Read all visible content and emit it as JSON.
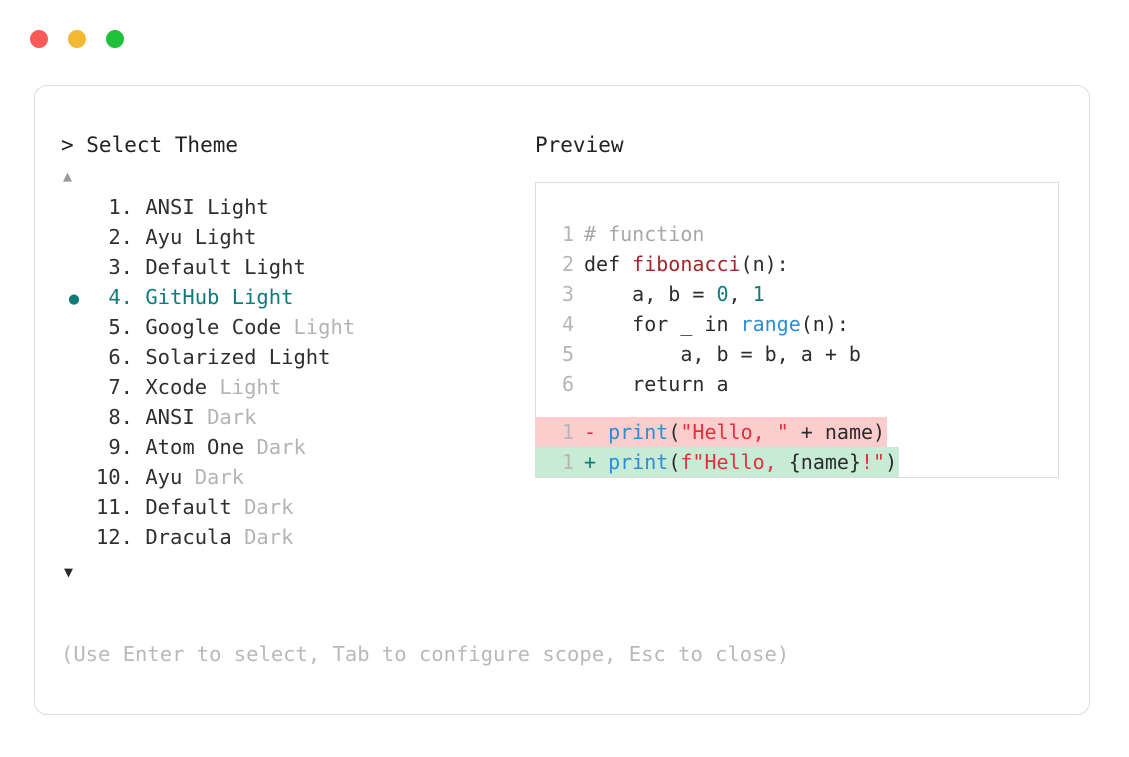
{
  "window": {
    "dots": [
      {
        "name": "close-dot",
        "color": "#f75b57"
      },
      {
        "name": "minimize-dot",
        "color": "#f4b731"
      },
      {
        "name": "maximize-dot",
        "color": "#20c13a"
      }
    ]
  },
  "picker": {
    "header": "> Select Theme",
    "scroll_up_icon": "▲",
    "scroll_down_icon": "▼",
    "selected_index": 4,
    "selected_bullet": "●",
    "accent_color": "#0f7b7b",
    "items": [
      {
        "index": "1.",
        "name": "ANSI",
        "variant": "Light",
        "variant_muted": false,
        "selected": false
      },
      {
        "index": "2.",
        "name": "Ayu",
        "variant": "Light",
        "variant_muted": false,
        "selected": false
      },
      {
        "index": "3.",
        "name": "Default",
        "variant": "Light",
        "variant_muted": false,
        "selected": false
      },
      {
        "index": "4.",
        "name": "GitHub",
        "variant": "Light",
        "variant_muted": false,
        "selected": true
      },
      {
        "index": "5.",
        "name": "Google Code",
        "variant": "Light",
        "variant_muted": true,
        "selected": false
      },
      {
        "index": "6.",
        "name": "Solarized",
        "variant": "Light",
        "variant_muted": false,
        "selected": false
      },
      {
        "index": "7.",
        "name": "Xcode",
        "variant": "Light",
        "variant_muted": true,
        "selected": false
      },
      {
        "index": "8.",
        "name": "ANSI",
        "variant": "Dark",
        "variant_muted": true,
        "selected": false
      },
      {
        "index": "9.",
        "name": "Atom One",
        "variant": "Dark",
        "variant_muted": true,
        "selected": false
      },
      {
        "index": "10.",
        "name": "Ayu",
        "variant": "Dark",
        "variant_muted": true,
        "selected": false
      },
      {
        "index": "11.",
        "name": "Default",
        "variant": "Dark",
        "variant_muted": true,
        "selected": false
      },
      {
        "index": "12.",
        "name": "Dracula",
        "variant": "Dark",
        "variant_muted": true,
        "selected": false
      }
    ],
    "footer_hint": "(Use Enter to select, Tab to configure scope, Esc to close)"
  },
  "preview": {
    "header": "Preview",
    "code_lines": [
      {
        "gutter": "1",
        "tokens": [
          {
            "text": "# function",
            "cls": "tok-comment"
          }
        ]
      },
      {
        "gutter": "2",
        "tokens": [
          {
            "text": "def ",
            "cls": "tok-plain"
          },
          {
            "text": "fibonacci",
            "cls": "tok-fn"
          },
          {
            "text": "(n):",
            "cls": "tok-plain"
          }
        ]
      },
      {
        "gutter": "3",
        "tokens": [
          {
            "text": "    a, b = ",
            "cls": "tok-plain"
          },
          {
            "text": "0",
            "cls": "tok-num"
          },
          {
            "text": ", ",
            "cls": "tok-plain"
          },
          {
            "text": "1",
            "cls": "tok-num"
          }
        ]
      },
      {
        "gutter": "4",
        "tokens": [
          {
            "text": "    for _ in ",
            "cls": "tok-plain"
          },
          {
            "text": "range",
            "cls": "tok-builtin"
          },
          {
            "text": "(n):",
            "cls": "tok-plain"
          }
        ]
      },
      {
        "gutter": "5",
        "tokens": [
          {
            "text": "        a, b = b, a + b",
            "cls": "tok-plain"
          }
        ]
      },
      {
        "gutter": "6",
        "tokens": [
          {
            "text": "    return a",
            "cls": "tok-plain"
          }
        ]
      }
    ],
    "diff_lines": [
      {
        "gutter": "1",
        "kind": "del",
        "background": "#fbcdcd",
        "tokens": [
          {
            "text": "- ",
            "cls": "tok-marker-del"
          },
          {
            "text": "print",
            "cls": "tok-builtin"
          },
          {
            "text": "(",
            "cls": "tok-plain"
          },
          {
            "text": "\"Hello, \"",
            "cls": "tok-str"
          },
          {
            "text": " + name)",
            "cls": "tok-plain"
          }
        ]
      },
      {
        "gutter": "1",
        "kind": "add",
        "background": "#c8ebd6",
        "tokens": [
          {
            "text": "+ ",
            "cls": "tok-marker-add"
          },
          {
            "text": "print",
            "cls": "tok-builtin"
          },
          {
            "text": "(",
            "cls": "tok-plain"
          },
          {
            "text": "f\"Hello, ",
            "cls": "tok-str"
          },
          {
            "text": "{name}",
            "cls": "tok-plain"
          },
          {
            "text": "!\"",
            "cls": "tok-str"
          },
          {
            "text": ")",
            "cls": "tok-plain"
          }
        ]
      }
    ]
  }
}
